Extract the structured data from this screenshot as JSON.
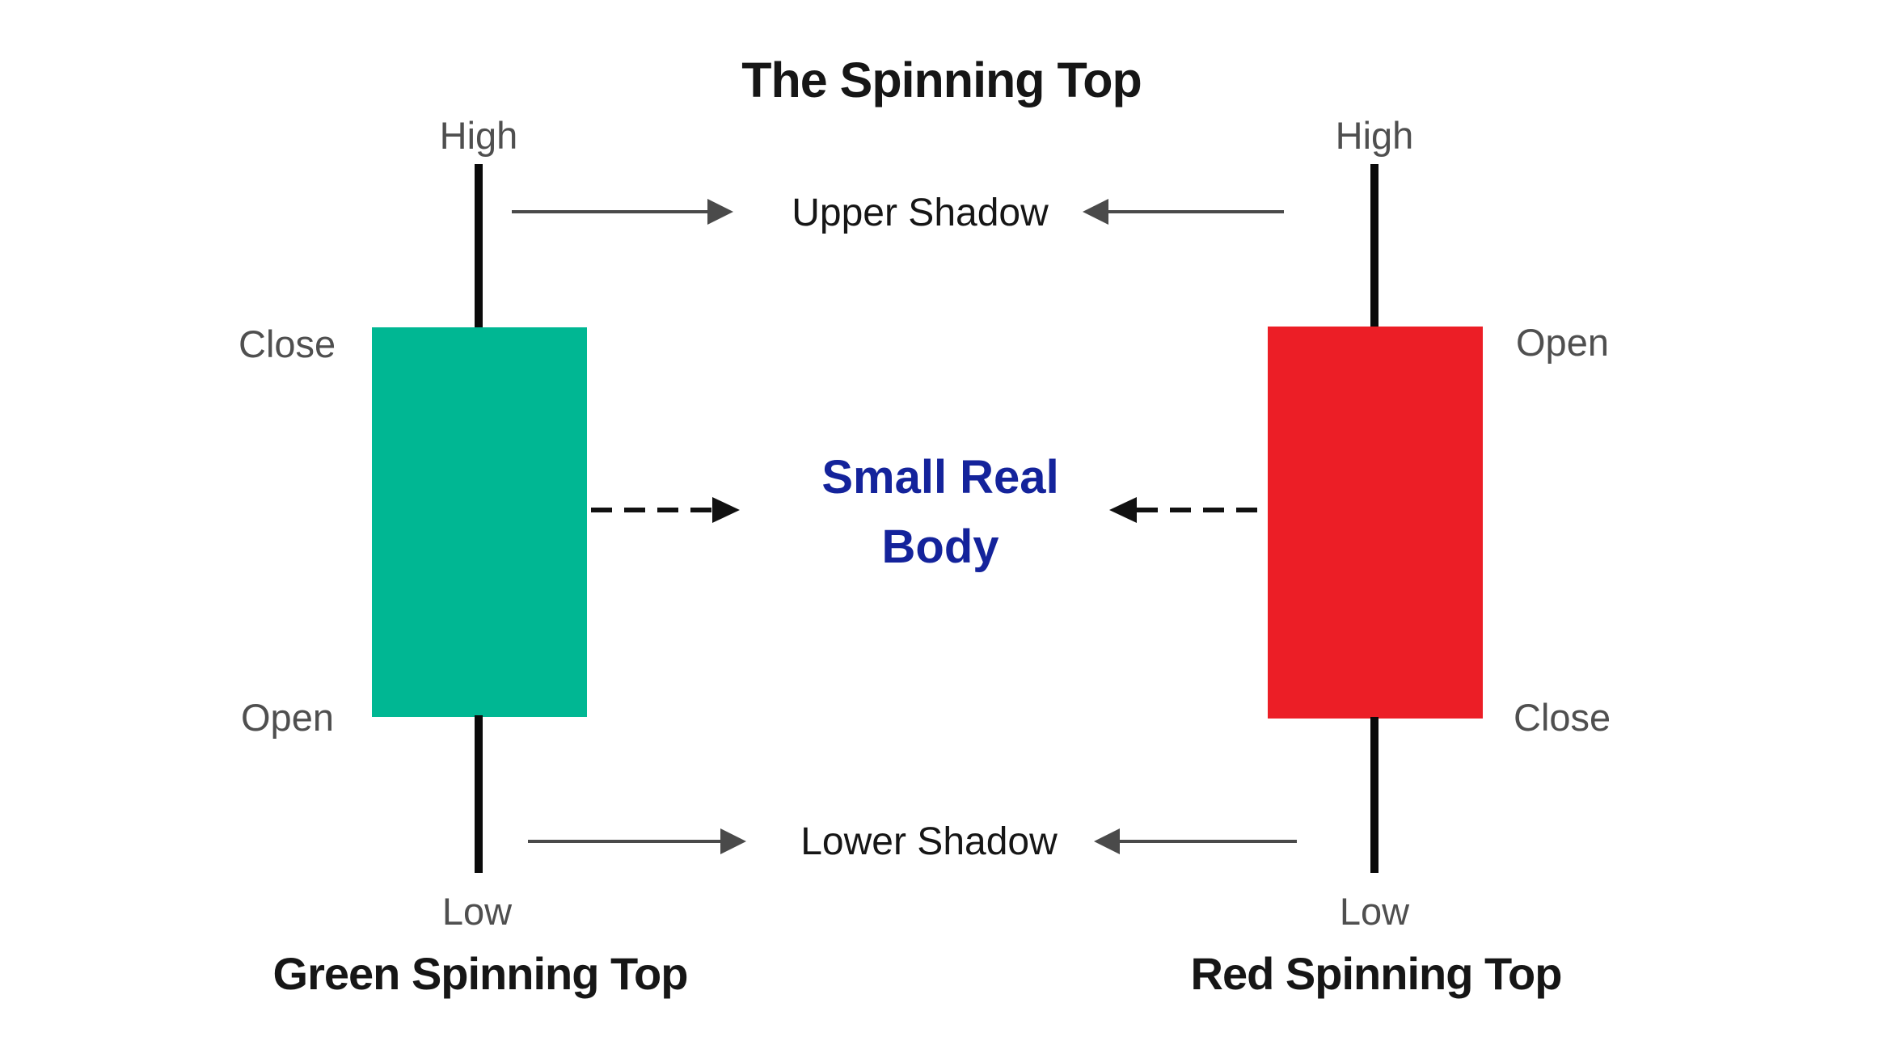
{
  "title": "The Spinning Top",
  "colors": {
    "green_candle": "#00b793",
    "red_candle": "#ec1e26",
    "navy_text": "#14239b",
    "gray_label": "#4f4f4f",
    "dark_text": "#161616",
    "arrow_gray": "#4a4a4a",
    "arrow_black": "#111111"
  },
  "annotations": {
    "upper_shadow": "Upper Shadow",
    "lower_shadow": "Lower Shadow",
    "small_real_body_line1": "Small Real",
    "small_real_body_line2": "Body"
  },
  "left_candle": {
    "color_name": "green",
    "high": "High",
    "top_edge": "Close",
    "bottom_edge": "Open",
    "low": "Low",
    "caption": "Green Spinning Top"
  },
  "right_candle": {
    "color_name": "red",
    "high": "High",
    "top_edge": "Open",
    "bottom_edge": "Close",
    "low": "Low",
    "caption": "Red Spinning Top"
  }
}
